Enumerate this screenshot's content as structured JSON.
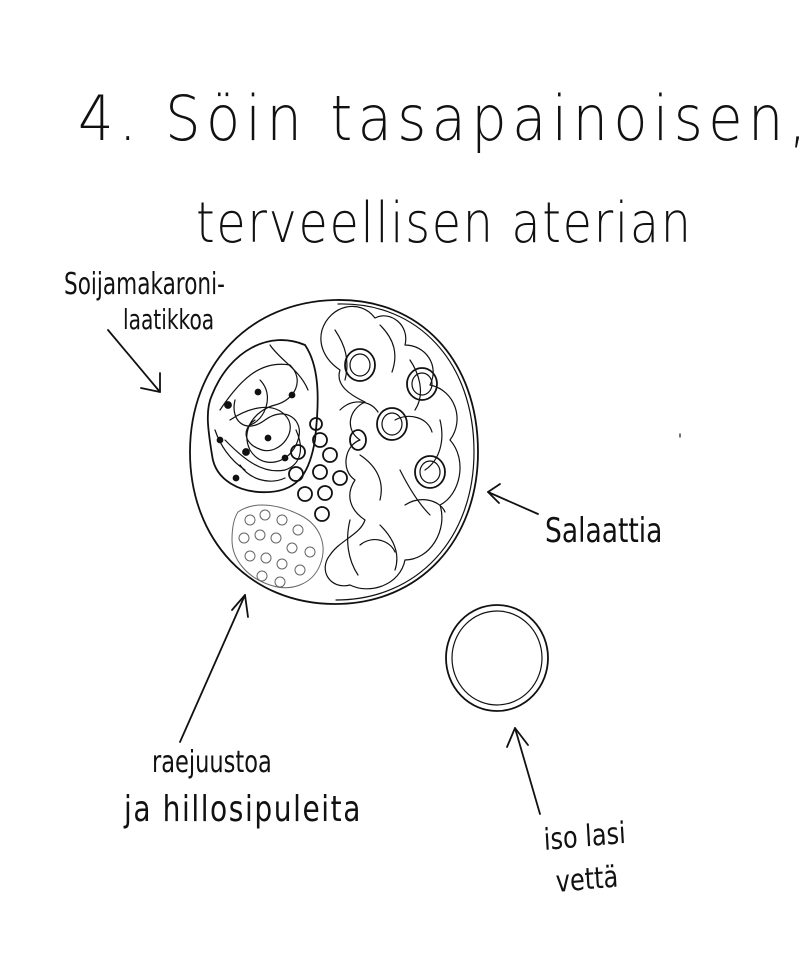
{
  "title": {
    "line1": "4.  Söin  tasapainoisen,",
    "line2": "terveellisen aterian"
  },
  "labels": {
    "soija_line1": "Soijamakaroni-",
    "soija_line2": "laatikkoa",
    "salaatti": "Salaattia",
    "raejuusto_line1": "raejuustoa",
    "raejuusto_line2": "ja  hillosipuleita",
    "lasi_line1": "iso  lasi",
    "lasi_line2": "vettä"
  }
}
